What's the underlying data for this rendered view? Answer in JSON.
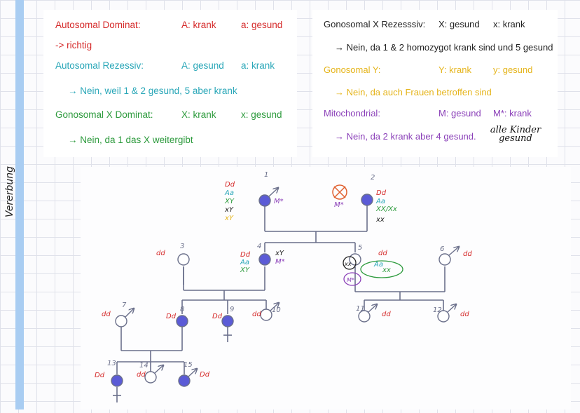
{
  "sidebar": {
    "label": "Vererbung"
  },
  "left_panel": {
    "ad": {
      "title": "Autosomal Dominat:",
      "a_upper": "A: krank",
      "a_lower": "a: gesund",
      "verdict": "-> richtig"
    },
    "ar": {
      "title": "Autosomal Rezessiv:",
      "a_upper": "A: gesund",
      "a_lower": "a: krank",
      "verdict": "→ Nein, weil 1 & 2 gesund, 5 aber krank"
    },
    "xd": {
      "title": "Gonosomal X Dominat:",
      "x_upper": "X: krank",
      "x_lower": "x: gesund",
      "verdict": "→ Nein, da 1 das X weitergibt"
    }
  },
  "right_panel": {
    "xr": {
      "title": "Gonosomal X Rezesssiv:",
      "x_upper": "X: gesund",
      "x_lower": "x: krank",
      "verdict": "→ Nein, da 1 & 2 homozygot krank sind und 5 gesund"
    },
    "y": {
      "title": "Gonosomal Y:",
      "y_upper": "Y: krank",
      "y_lower": "y: gesund",
      "verdict": "→ Nein, da auch Frauen betroffen sind"
    },
    "mito": {
      "title": "Mitochondrial:",
      "m": "M: gesund",
      "m_star": "M*: krank",
      "verdict": "→ Nein, da 2 krank aber 4 gesund.",
      "note_line1": "alle Kinder",
      "note_line2": "gesund"
    }
  },
  "pedigree": {
    "numbers": {
      "n1": "1",
      "n2": "2",
      "n3": "3",
      "n4": "4",
      "n5": "5",
      "n6": "6",
      "n7": "7",
      "n8": "8",
      "n9": "9",
      "n10": "10",
      "n11": "11",
      "n12": "12",
      "n13": "13",
      "n14": "14",
      "n15": "15"
    },
    "labels": {
      "Dd": "Dd",
      "dd": "dd",
      "Aa": "Aa",
      "XY": "XY",
      "xY": "xY",
      "M_star": "M*",
      "XX_Xx": "XX/Xx",
      "xx": "xx",
      "Mstar_circle": "M*",
      "xx_circle": "xx"
    },
    "colors": {
      "affected": "#5b5bd6",
      "red_ink": "#d52a2a",
      "teal_ink": "#2aa7b8",
      "green_ink": "#2c9a3c",
      "purple_ink": "#8a3fb8",
      "line": "#6a6f8a"
    }
  }
}
